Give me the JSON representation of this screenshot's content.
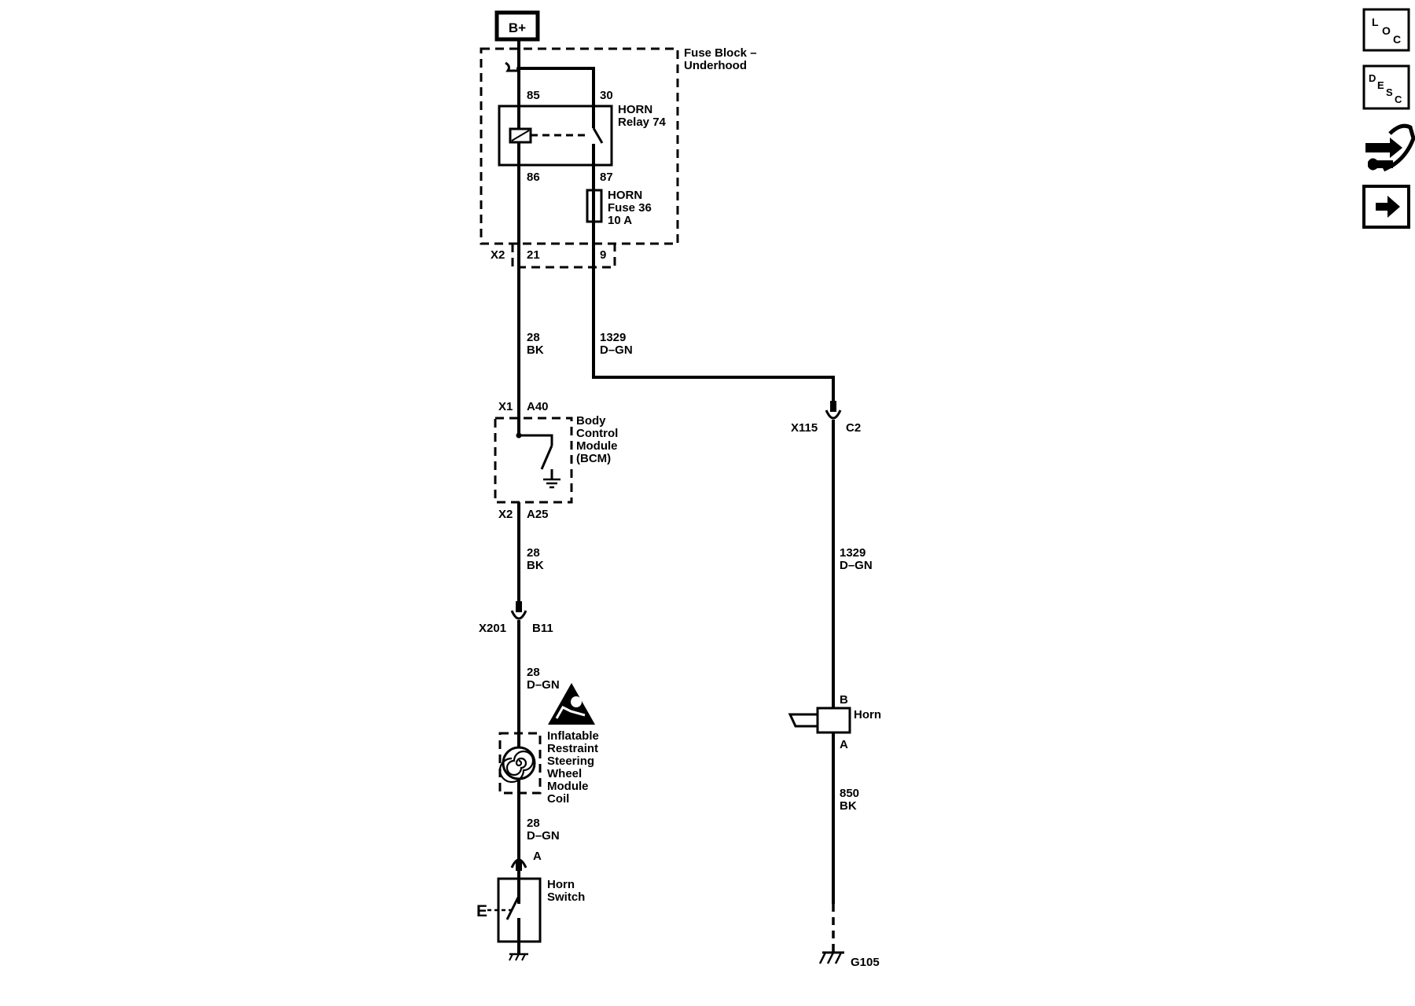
{
  "power_source": {
    "label": "B+"
  },
  "fuse_block": {
    "name_line1": "Fuse Block –",
    "name_line2": "Underhood"
  },
  "relay": {
    "name_line1": "HORN",
    "name_line2": "Relay 74",
    "pins": {
      "p85": "85",
      "p30": "30",
      "p86": "86",
      "p87": "87"
    }
  },
  "fuse": {
    "line1": "HORN",
    "line2": "Fuse 36",
    "line3": "10 A"
  },
  "connector_fuse_block": {
    "id": "X2",
    "pin_left": "21",
    "pin_right": "9"
  },
  "wire_a1": {
    "circuit": "28",
    "color": "BK"
  },
  "wire_b1": {
    "circuit": "1329",
    "color": "D–GN"
  },
  "bcm": {
    "connector_top": "X1",
    "pin_top": "A40",
    "connector_bottom": "X2",
    "pin_bottom": "A25",
    "name_lines": [
      "Body",
      "Control",
      "Module",
      "(BCM)"
    ]
  },
  "wire_a2": {
    "circuit": "28",
    "color": "BK"
  },
  "connector_x201": {
    "id": "X201",
    "pin": "B11"
  },
  "wire_a3": {
    "circuit": "28",
    "color": "D–GN"
  },
  "coil": {
    "name_lines": [
      "Inflatable",
      "Restraint",
      "Steering",
      "Wheel",
      "Module",
      "Coil"
    ]
  },
  "wire_a4": {
    "circuit": "28",
    "color": "D–GN"
  },
  "horn_switch": {
    "pin": "A",
    "name_line1": "Horn",
    "name_line2": "Switch",
    "side_marker": "E"
  },
  "connector_x115": {
    "id": "X115",
    "pin": "C2"
  },
  "wire_b2": {
    "circuit": "1329",
    "color": "D–GN"
  },
  "horn": {
    "label": "Horn",
    "pin_top": "B",
    "pin_bottom": "A"
  },
  "wire_b3": {
    "circuit": "850",
    "color": "BK"
  },
  "ground": {
    "id": "G105"
  },
  "nav_buttons": {
    "loc": {
      "letters": [
        "L",
        "O",
        "C"
      ],
      "icon": "location-icon"
    },
    "desc": {
      "letters": [
        "D",
        "E",
        "S",
        "C"
      ],
      "icon": "description-icon"
    },
    "tools": {
      "icon": "wrench-hand-icon"
    },
    "next": {
      "icon": "arrow-right-icon"
    }
  }
}
